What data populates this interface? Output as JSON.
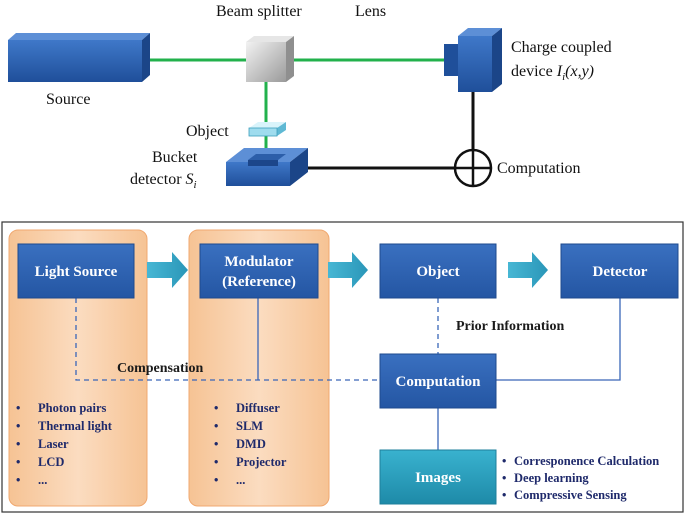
{
  "top": {
    "beam_splitter": "Beam splitter",
    "lens": "Lens",
    "ccd_line1": "Charge coupled",
    "ccd_line2_prefix": "device ",
    "ccd_I": "I",
    "ccd_sub": "i",
    "ccd_args": "(x,y)",
    "source": "Source",
    "object": "Object",
    "bucket_line1": "Bucket",
    "bucket_line2_prefix": "detector ",
    "bucket_S": "S",
    "bucket_sub": "i",
    "computation": "Computation"
  },
  "bottom": {
    "light_source": "Light Source",
    "modulator_line1": "Modulator",
    "modulator_line2": "(Reference)",
    "object": "Object",
    "detector": "Detector",
    "prior_information": "Prior Information",
    "compensation": "Compensation",
    "computation": "Computation",
    "images": "Images",
    "light_list": [
      "Photon pairs",
      "Thermal light",
      "Laser",
      "LCD",
      "..."
    ],
    "modulator_list": [
      "Diffuser",
      "SLM",
      "DMD",
      "Projector",
      "..."
    ],
    "image_methods": [
      "Corresponence Calculation",
      "Deep learning",
      "Compressive Sensing"
    ]
  },
  "colors": {
    "beam": "#22b14c",
    "box_blue": "#2f64b5",
    "orange_panel": "#f8cfa8",
    "images_box": "#2b9fbd"
  }
}
